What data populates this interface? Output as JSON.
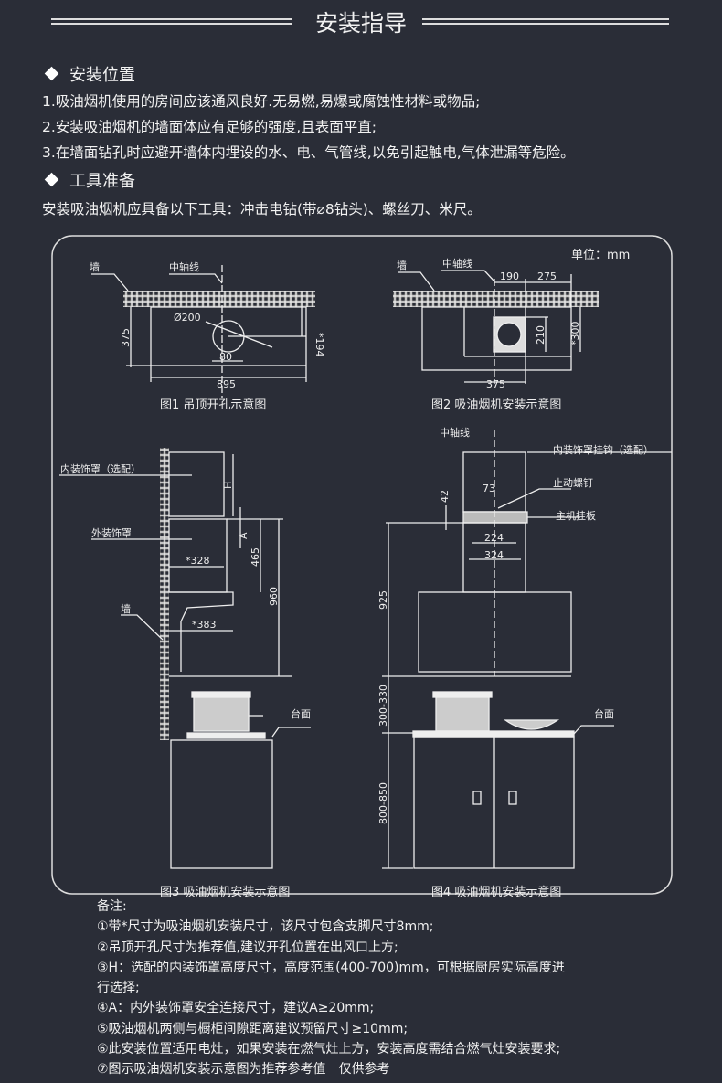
{
  "header": {
    "title": "安装指导"
  },
  "position": {
    "heading": "安装位置",
    "items": [
      "1.吸油烟机使用的房间应该通风良好.无易燃,易爆或腐蚀性材料或物品;",
      "2.安装吸油烟机的墙面体应有足够的强度,且表面平直;",
      "3.在墙面钻孔时应避开墙体内埋设的水、电、气管线,以免引起触电,气体泄漏等危险。"
    ]
  },
  "tools": {
    "heading": "工具准备",
    "text": "安装吸油烟机应具备以下工具：冲击电钻(带⌀8钻头)、螺丝刀、米尺。"
  },
  "diagram": {
    "unit": "单位：mm",
    "fig1": {
      "caption": "图1 吊顶开孔示意图",
      "wall": "墙",
      "axis": "中轴线",
      "dia": "Ø200",
      "d375": "375",
      "d194": "*194",
      "d80": "80",
      "d895": "895"
    },
    "fig2": {
      "caption": "图2 吸油烟机安装示意图",
      "wall": "墙",
      "axis": "中轴线",
      "d190": "190",
      "d275": "275",
      "d210": "210",
      "d300": "*300",
      "d375": "375"
    },
    "fig3": {
      "caption": "图3 吸油烟机安装示意图",
      "inner": "内装饰罩（选配）",
      "outer": "外装饰罩",
      "wall": "墙",
      "H": "H",
      "A": "A",
      "d465": "465",
      "d960": "960",
      "d328": "*328",
      "d383": "*383",
      "counter": "台面"
    },
    "fig4": {
      "caption": "图4 吸油烟机安装示意图",
      "axis": "中轴线",
      "hook": "内装饰罩挂钩（选配）",
      "screw": "止动螺钉",
      "plate": "主机挂板",
      "d73": "73",
      "d42": "42",
      "d224": "224",
      "d324": "324",
      "d925": "925",
      "d300_330": "300-330",
      "d800_850": "800-850",
      "counter": "台面"
    }
  },
  "notes": {
    "heading": "备注:",
    "items": [
      "①带*尺寸为吸油烟机安装尺寸，该尺寸包含支脚尺寸8mm;",
      "②吊顶开孔尺寸为推荐值,建议开孔位置在出风口上方;",
      "③H：选配的内装饰罩高度尺寸，高度范围(400-700)mm，可根据厨房实际高度进",
      "行选择;",
      "④A：内外装饰罩安全连接尺寸，建议A≥20mm;",
      "⑤吸油烟机两侧与橱柜间隙距离建议预留尺寸≥10mm;",
      "⑥此安装位置适用电灶，如果安装在燃气灶上方，安装高度需结合燃气灶安装要求;",
      "⑦图示吸油烟机安装示意图为推荐参考值　仅供参考"
    ]
  }
}
